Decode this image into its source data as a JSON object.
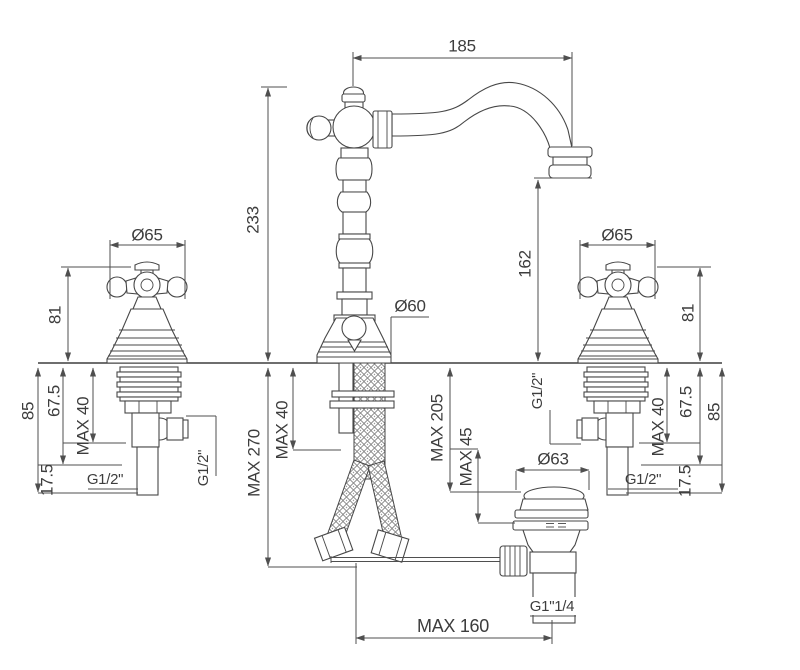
{
  "drawing": {
    "type": "faucet-dimensional-drawing",
    "background": "#ffffff",
    "line_color": "#474747",
    "text_color": "#3d3d3d",
    "labels": {
      "spout_reach": "185",
      "total_height": "233",
      "spout_height": "162",
      "body_base_diameter": "Ø60",
      "left_handle": {
        "diameter": "Ø65",
        "height": "81",
        "under_total": "85",
        "under_outlet": "67.5",
        "deck_max": "MAX 40",
        "tail": "17.5",
        "bottom_thread": "G1/2\"",
        "side_thread": "G1/2\""
      },
      "right_handle": {
        "diameter": "Ø65",
        "height": "81",
        "under_total": "85",
        "under_outlet": "67.5",
        "deck_max": "MAX 40",
        "tail": "17.5",
        "bottom_thread": "G1/2\"",
        "side_thread": "G1/2\""
      },
      "center": {
        "deck_max": "MAX 40",
        "hoses_max": "MAX 270"
      },
      "waste": {
        "top_diameter": "Ø63",
        "height_max": "MAX 205",
        "adjust_max": "MAX 45",
        "offset_max": "MAX 160",
        "thread": "G1\"1/4"
      }
    }
  }
}
